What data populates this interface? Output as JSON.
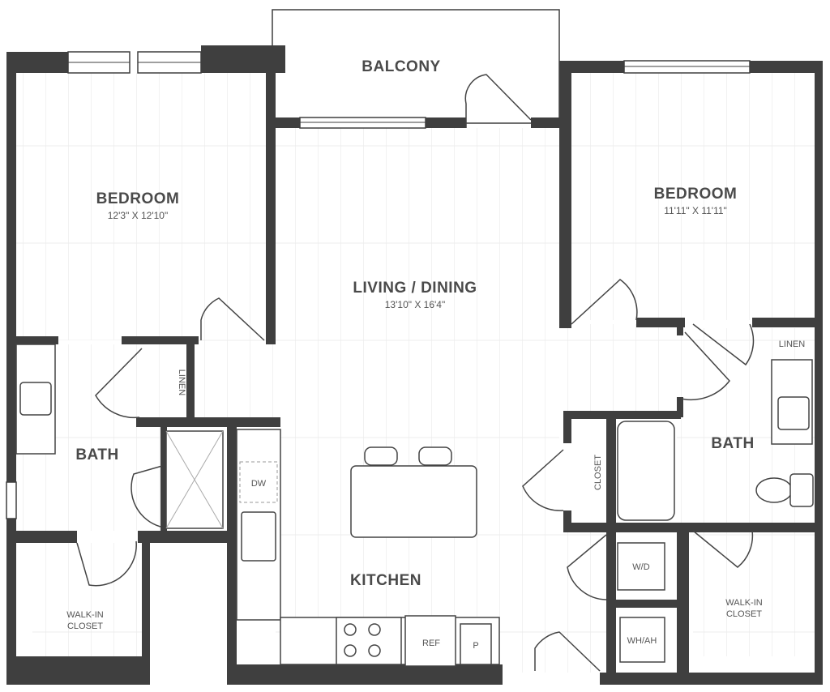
{
  "rooms": {
    "balcony": {
      "label": "BALCONY"
    },
    "bedroom_left": {
      "label": "BEDROOM",
      "dimensions": "12'3\" X 12'10\""
    },
    "bedroom_right": {
      "label": "BEDROOM",
      "dimensions": "11'11\" X 11'11\""
    },
    "living": {
      "label": "LIVING / DINING",
      "dimensions": "13'10\" X 16'4\""
    },
    "bath_left": {
      "label": "BATH"
    },
    "bath_right": {
      "label": "BATH"
    },
    "kitchen": {
      "label": "KITCHEN"
    },
    "closet_left": {
      "line1": "WALK-IN",
      "line2": "CLOSET"
    },
    "closet_right": {
      "line1": "WALK-IN",
      "line2": "CLOSET"
    },
    "closet_mid": {
      "label": "CLOSET"
    }
  },
  "fixtures": {
    "linen_left": "LINEN",
    "linen_right": "LINEN",
    "dishwasher": "DW",
    "refrigerator": "REF",
    "pantry": "P",
    "washer_dryer": "W/D",
    "water_heater": "WH/AH"
  },
  "colors": {
    "wall": "#3f3f3f",
    "text": "#4a4a4a"
  }
}
